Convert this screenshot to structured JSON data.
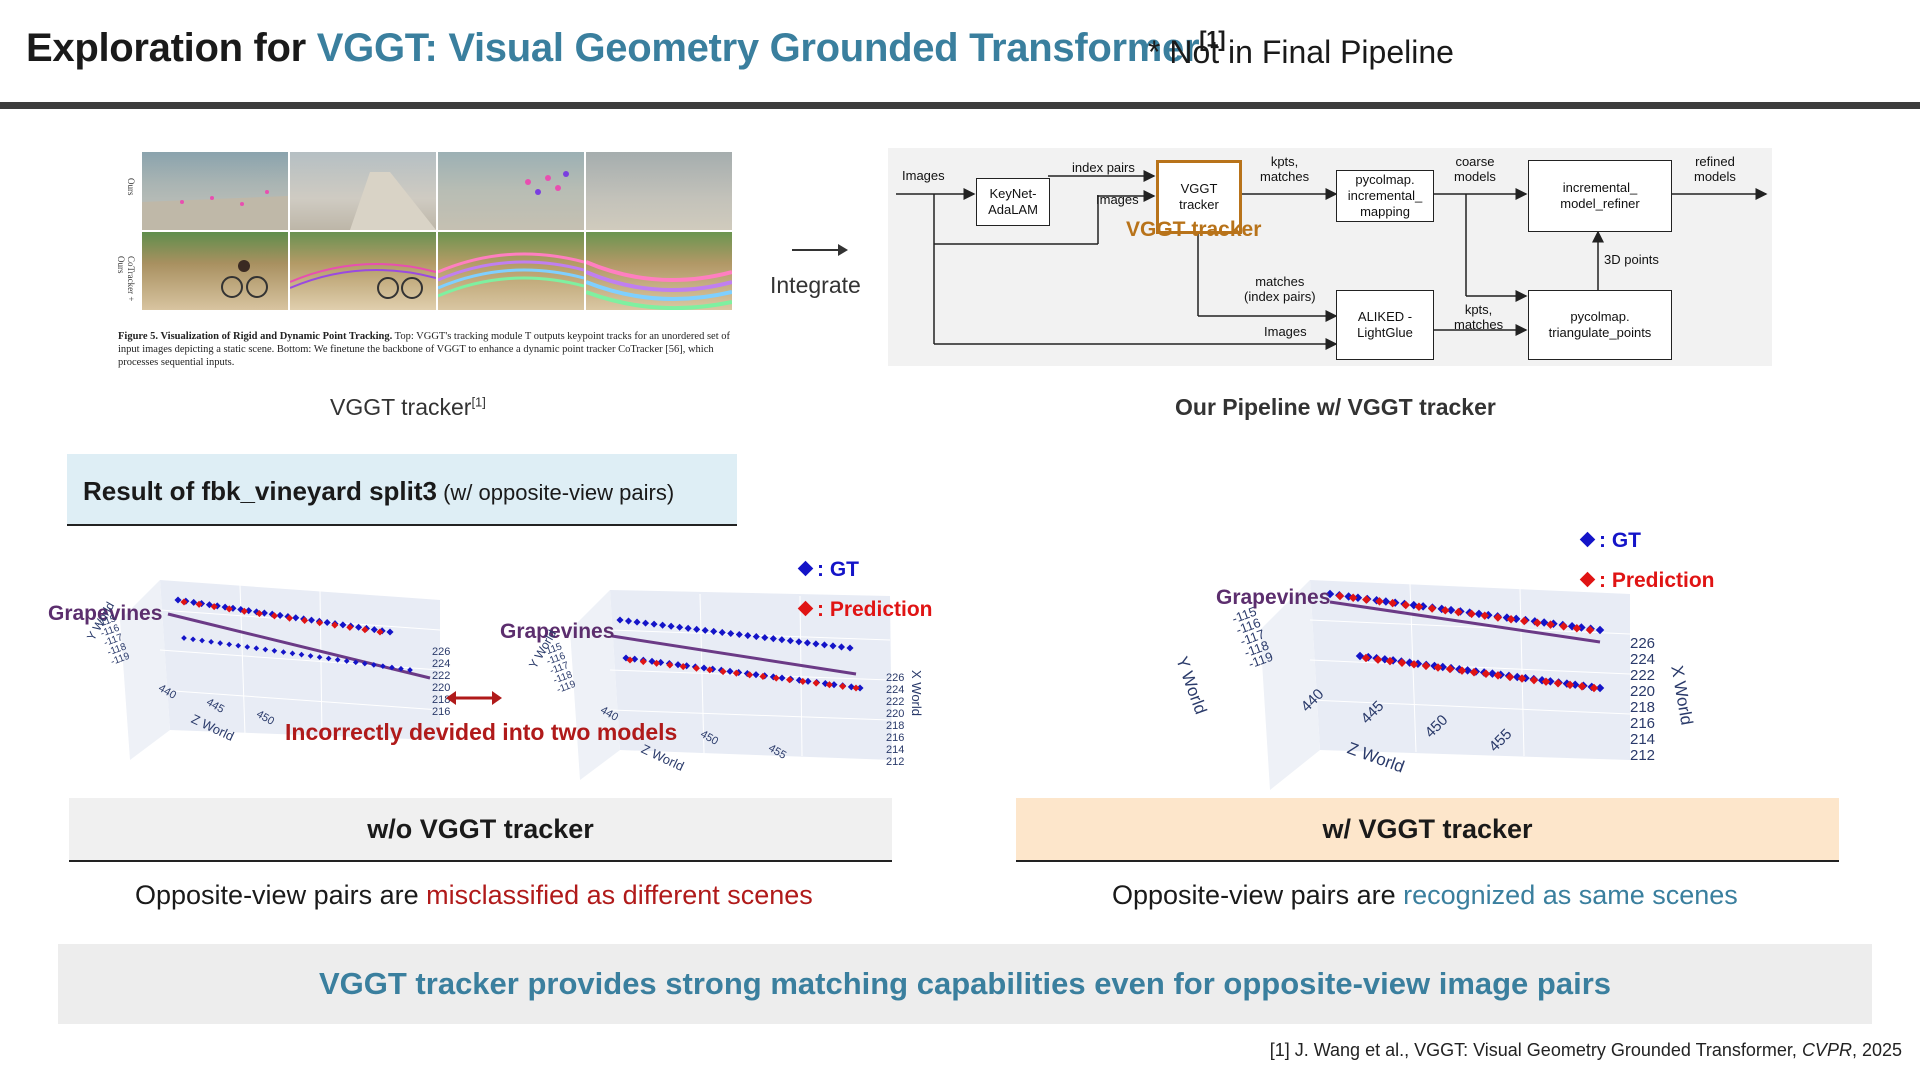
{
  "header": {
    "title_prefix": "Exploration for ",
    "title_accent": "VGGT: Visual Geometry Grounded Transformer",
    "title_ref": "[1]",
    "note": "* Not in Final Pipeline"
  },
  "figure": {
    "row_labels": [
      "Ours",
      "CoTracker + Ours"
    ],
    "caption_bold": "Figure 5.  Visualization of Rigid and Dynamic Point Tracking.",
    "caption_text": " Top: VGGT's tracking module T outputs keypoint tracks for an unordered set of input images depicting a static scene. Bottom: We finetune the backbone of VGGT to enhance a dynamic point tracker CoTracker [56], which processes sequential inputs.",
    "label": "VGGT tracker",
    "label_ref": "[1]"
  },
  "integrate_label": "Integrate",
  "pipeline": {
    "label": "Our Pipeline w/ VGGT tracker",
    "nodes": {
      "keynet": "KeyNet-\nAdaLAM",
      "vggt": "VGGT\ntracker",
      "pycolmap_inc": "pycolmap.\nincremental_\nmapping",
      "refiner": "incremental_\nmodel_refiner",
      "aliked": "ALIKED -\nLightGlue",
      "triangulate": "pycolmap.\ntriangulate_points"
    },
    "edges": {
      "images_in": "Images",
      "index_pairs": "index  pairs",
      "images_vggt": "Images",
      "kpts_matches": "kpts,\nmatches",
      "coarse_models": "coarse\nmodels",
      "refined_models": "refined\nmodels",
      "matches_index": "matches\n(index  pairs)",
      "images_aliked": "Images",
      "kpts_matches2": "kpts,\nmatches",
      "points3d": "3D points"
    },
    "vggt_highlight": "VGGT tracker",
    "highlight_color": "#b8731a"
  },
  "result": {
    "title": "Result of fbk_vineyard split3",
    "subtitle": " (w/ opposite-view pairs)"
  },
  "plots": {
    "legend_gt": ": GT",
    "legend_pred": ": Prediction",
    "gt_color": "#1414c8",
    "pred_color": "#e01414",
    "grapevines": "Grapevines",
    "error_label": "Incorrectly devided into two models",
    "axis_y": "Y World",
    "axis_z": "Z World",
    "axis_x": "X World",
    "y_ticks": [
      "-115",
      "-116",
      "-117",
      "-118",
      "-119"
    ],
    "z_ticks": [
      "440",
      "445",
      "450",
      "455"
    ],
    "x_ticks": [
      "226",
      "224",
      "222",
      "220",
      "218",
      "216",
      "214",
      "212"
    ],
    "left_z_ticks": [
      "440",
      "445",
      "450"
    ],
    "left_x_ticks": [
      "226",
      "224",
      "222",
      "220",
      "218",
      "216"
    ]
  },
  "comparison": {
    "left_title": "w/o VGGT tracker",
    "right_title": "w/ VGGT tracker",
    "left_desc_prefix": "Opposite-view pairs are ",
    "left_desc_hl": "misclassified as different scenes",
    "right_desc_prefix": "Opposite-view pairs are ",
    "right_desc_hl": "recognized as same scenes"
  },
  "conclusion": "VGGT tracker provides strong matching capabilities even for opposite-view image pairs",
  "reference": {
    "prefix": "[1] J. Wang et al., VGGT: Visual Geometry Grounded Transformer, ",
    "venue": "CVPR",
    "suffix": ", 2025"
  }
}
